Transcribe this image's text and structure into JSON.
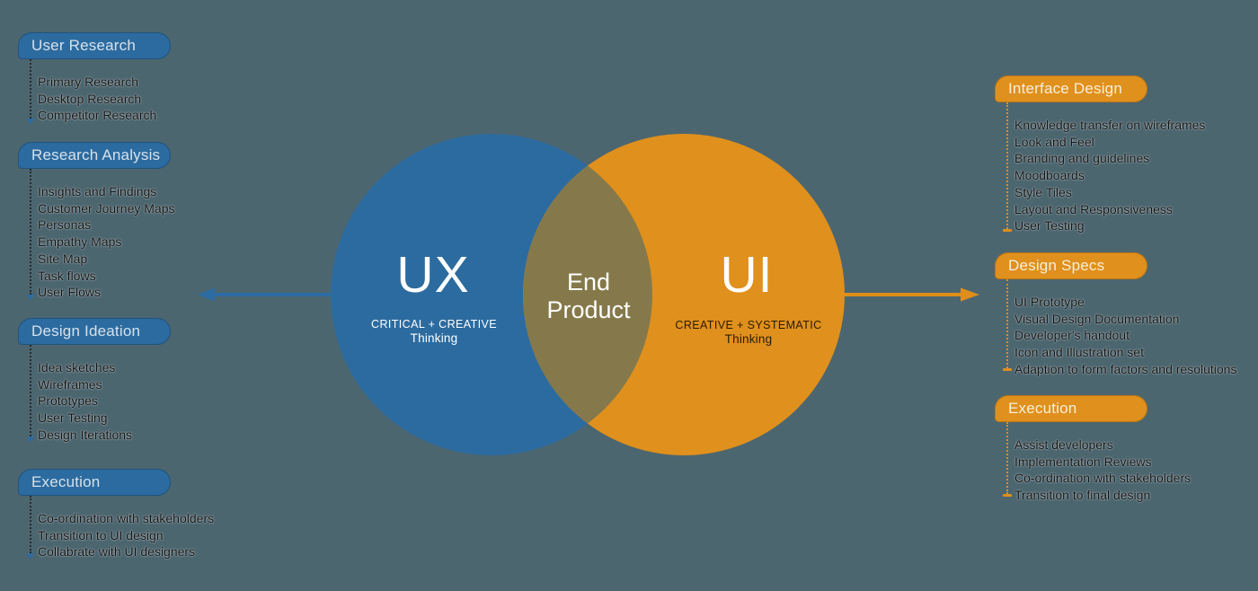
{
  "colors": {
    "background": "#4C6670",
    "ux_blue": "#2C6B9F",
    "ui_orange": "#E0901C",
    "overlap_olive": "#85794B",
    "arrow_blue": "#2D6CA2",
    "arrow_orange": "#DF8E1A",
    "list_text": "#131313",
    "blue_pill_text": "#D6E1EB",
    "orange_pill_text": "#F7EFDC",
    "ui_subtitle_text": "#2A1C04"
  },
  "venn": {
    "left_label": "UX",
    "left_subtitle_line1": "CRITICAL + CREATIVE",
    "left_subtitle_line2": "Thinking",
    "center_label_line1": "End",
    "center_label_line2": "Product",
    "right_label": "UI",
    "right_subtitle_line1": "CREATIVE + SYSTEMATIC",
    "right_subtitle_line2": "Thinking"
  },
  "left_sections": [
    {
      "title": "User Research",
      "items": [
        "Primary Research",
        "Desktop Research",
        "Competitor Research"
      ]
    },
    {
      "title": "Research Analysis",
      "items": [
        "Insights and Findings",
        "Customer Journey Maps",
        "Personas",
        "Empathy Maps",
        "Site Map",
        "Task flows",
        "User Flows"
      ]
    },
    {
      "title": "Design Ideation",
      "items": [
        "Idea sketches",
        "Wireframes",
        "Prototypes",
        "User Testing",
        "Design Iterations"
      ]
    },
    {
      "title": "Execution",
      "items": [
        "Co-ordination with stakeholders",
        "Transition to UI design",
        "Collabrate with UI designers"
      ]
    }
  ],
  "right_sections": [
    {
      "title": "Interface Design",
      "items": [
        "Knowledge transfer on wireframes",
        "Look and Feel",
        "Branding and guidelines",
        "Moodboards",
        "Style Tiles",
        "Layout and Responsiveness",
        "User Testing"
      ]
    },
    {
      "title": "Design Specs",
      "items": [
        "UI Prototype",
        "Visual Design Documentation",
        "Developer's handout",
        "Icon and Illustration set",
        "Adaption to form factors and resolutions"
      ]
    },
    {
      "title": "Execution",
      "items": [
        "Assist developers",
        "Implementation Reviews",
        "Co-ordination with stakeholders",
        "Transition to final design"
      ]
    }
  ]
}
